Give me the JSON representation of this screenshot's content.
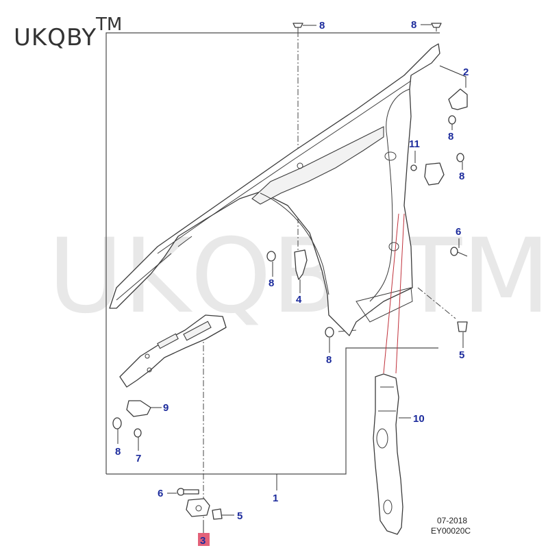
{
  "brand": {
    "name": "UKQBY",
    "tm": "TM"
  },
  "watermark": {
    "text": "UKQBYTM"
  },
  "footer": {
    "date": "07-2018",
    "code": "EY00020C"
  },
  "callouts": {
    "c1": "1",
    "c2": "2",
    "c3": "3",
    "c4": "4",
    "c5a": "5",
    "c5b": "5",
    "c6a": "6",
    "c6b": "6",
    "c7": "7",
    "c8a": "8",
    "c8b": "8",
    "c8c": "8",
    "c8d": "8",
    "c8e": "8",
    "c8f": "8",
    "c8g": "8",
    "c9": "9",
    "c10": "10",
    "c11": "11"
  },
  "colors": {
    "callout": "#1c2b9c",
    "highlight": "#e0506a",
    "redline": "#c0303a"
  }
}
